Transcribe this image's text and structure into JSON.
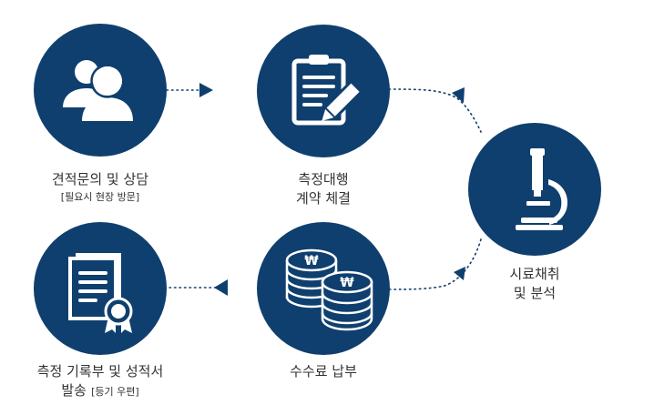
{
  "steps": [
    {
      "line1": "견적문의 및 상담",
      "line2": "[필요시 현장 방문]",
      "icon": "users-icon"
    },
    {
      "line1": "측정대행",
      "line2": "계약 체결",
      "icon": "clipboard-pen-icon"
    },
    {
      "line1": "시료채취",
      "line2": "및 분석",
      "icon": "microscope-icon"
    },
    {
      "line1": "수수료 납부",
      "icon": "won-coins-icon"
    },
    {
      "line1": "측정 기록부 및 성적서",
      "line2a": "발송",
      "line2b": "[등기 우편]",
      "icon": "certificate-document-icon"
    }
  ],
  "coin_symbol": "₩",
  "colors": {
    "circle": "#0f3f6e",
    "icon": "#ffffff",
    "text": "#333333",
    "connector": "#0f3f6e"
  }
}
